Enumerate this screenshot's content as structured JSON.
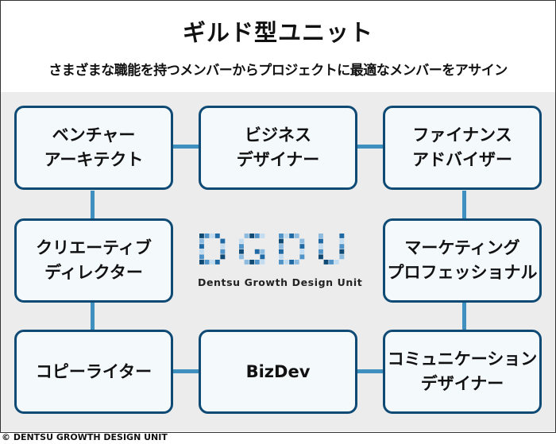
{
  "title": "ギルド型ユニット",
  "subtitle": "さまざまな職能を持つメンバーからプロジェクトに最適なメンバーをアサイン",
  "roles": [
    {
      "id": "venture-architect",
      "lines": [
        "ベンチャー",
        "アーキテクト"
      ]
    },
    {
      "id": "business-designer",
      "lines": [
        "ビジネス",
        "デザイナー"
      ]
    },
    {
      "id": "finance-advisor",
      "lines": [
        "ファイナンス",
        "アドバイザー"
      ]
    },
    {
      "id": "creative-director",
      "lines": [
        "クリエーティブ",
        "ディレクター"
      ]
    },
    {
      "id": "marketing-professional",
      "lines": [
        "マーケティング",
        "プロフェッショナル"
      ]
    },
    {
      "id": "copywriter",
      "lines": [
        "コピーライター"
      ]
    },
    {
      "id": "bizdev",
      "lines": [
        "BizDev"
      ]
    },
    {
      "id": "communication-designer",
      "lines": [
        "コミュニケーション",
        "デザイナー"
      ]
    }
  ],
  "logo": {
    "letters": "DGDU",
    "text": "Dentsu Growth Design Unit"
  },
  "copyright": "© DENTSU GROWTH DESIGN UNIT",
  "colors": {
    "box_border": "#0e4a74",
    "connector": "#3f8fbf",
    "box_fill": "#f4f9fc",
    "panel": "#ececec"
  }
}
